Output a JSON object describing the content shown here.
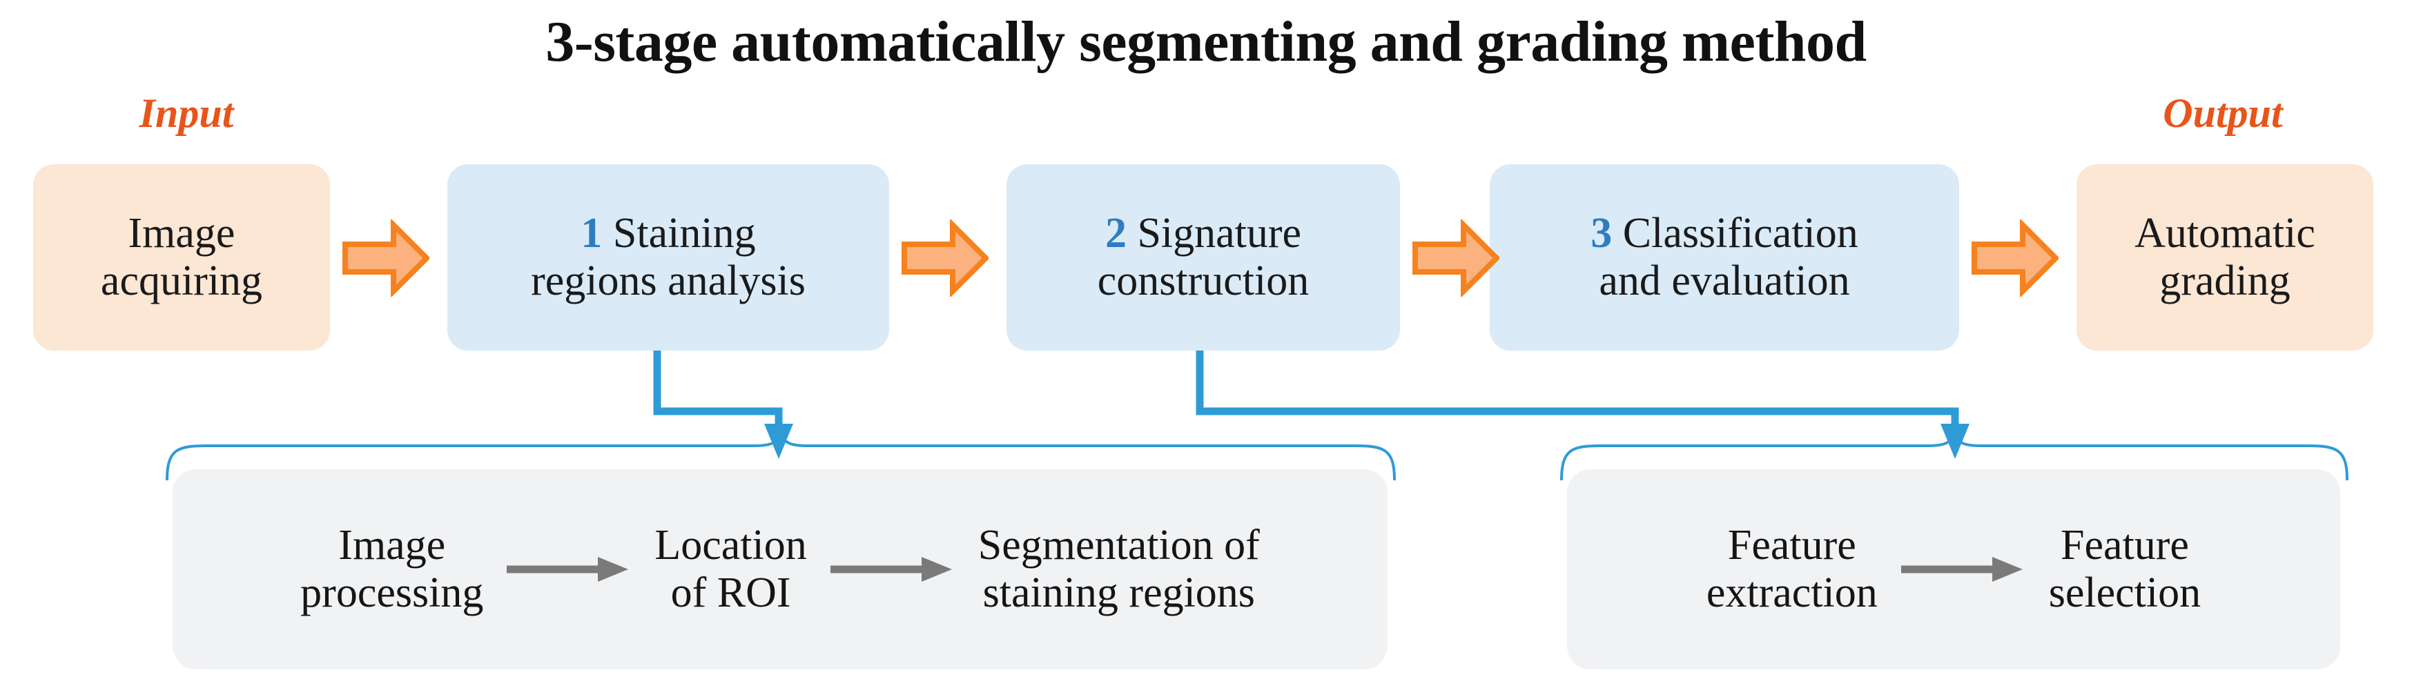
{
  "title": "3-stage automatically segmenting and grading method",
  "colors": {
    "accent_orange": "#E8541A",
    "arrow_fill": "#FBB27E",
    "arrow_stroke": "#F5821F",
    "peach_box": "#FCE6D4",
    "blue_box": "#DAEAF7",
    "stage_number_blue": "#2E7DC0",
    "connector_blue": "#2E9BD6",
    "panel_gray": "#F1F2F4",
    "gray_arrow": "#7A7A7A"
  },
  "io": {
    "input_caption": "Input",
    "output_caption": "Output"
  },
  "flow": {
    "input_box": "Image\nacquiring",
    "output_box": "Automatic\ngrading",
    "stages": [
      {
        "number": "1",
        "label": "Staining\nregions analysis"
      },
      {
        "number": "2",
        "label": "Signature\nconstruction"
      },
      {
        "number": "3",
        "label": "Classification\nand evaluation"
      }
    ]
  },
  "details": {
    "left_panel": {
      "steps": [
        "Image\nprocessing",
        "Location\nof ROI",
        "Segmentation of\nstaining regions"
      ]
    },
    "right_panel": {
      "steps": [
        "Feature\nextraction",
        "Feature\nselection"
      ]
    }
  },
  "icons": {
    "block_arrow": "right-block-arrow-icon",
    "thin_arrow": "right-thin-arrow-icon",
    "brace": "curly-brace-icon",
    "connector_arrow": "down-arrow-icon"
  }
}
